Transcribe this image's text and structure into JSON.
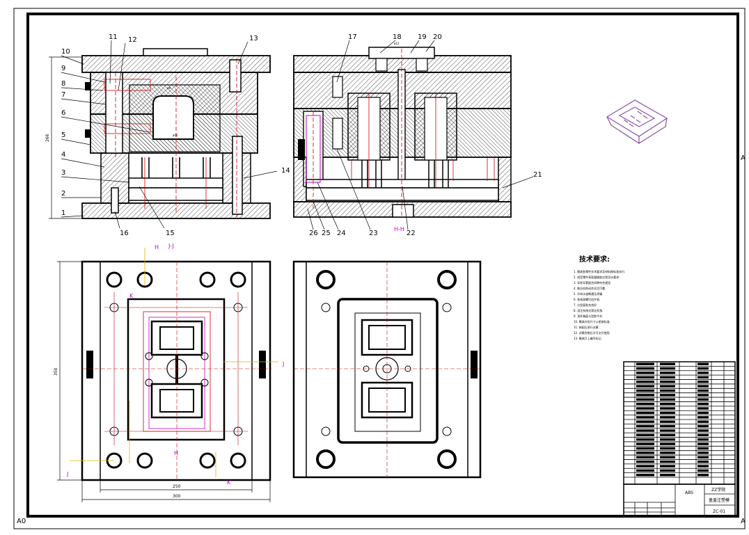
{
  "sheet": {
    "corner_a0": "A0",
    "corner_a": "A"
  },
  "section_views": {
    "left_labels": [
      "1",
      "2",
      "3",
      "4",
      "5",
      "6",
      "7",
      "8",
      "9",
      "10",
      "11",
      "12",
      "13",
      "14",
      "15",
      "16"
    ],
    "right_labels": [
      "17",
      "18",
      "19",
      "20",
      "21",
      "22",
      "23",
      "24",
      "25",
      "26"
    ],
    "left_dim": "266",
    "section_mark_hh": "H-H",
    "section_mark_jj": "J-J"
  },
  "plan_views": {
    "height_dim": "350",
    "width_inner_dim": "250",
    "width_outer_dim": "300",
    "cut_letters": [
      "H",
      "H",
      "J",
      "J",
      "K",
      "K"
    ]
  },
  "tech_req": {
    "title": "技术要求:",
    "lines": [
      "1. 模具各零件技术要求及材料按标准执行.",
      "2. 成型零件表面粗糙度达到设计要求.",
      "3. 导柱导套配合间隙符合规定.",
      "4. 推出机构动作灵活可靠.",
      "5. 冷却水道畅通无渗漏.",
      "6. 各紧固螺钉应拧紧.",
      "7. 分型面贴合良好.",
      "8. 浇注系统光滑无死角.",
      "9. 顶杆端面与型腔平齐.",
      "10. 模具外形尺寸公差按标准.",
      "11. 装配后进行试模.",
      "12. 试模合格后方可交付使用.",
      "13. 模具打上编号标记."
    ]
  },
  "title_block": {
    "company": "ZZ学院",
    "drawing_name": "盒盖注塑模",
    "material": "ABS",
    "code": "ZC-01"
  }
}
